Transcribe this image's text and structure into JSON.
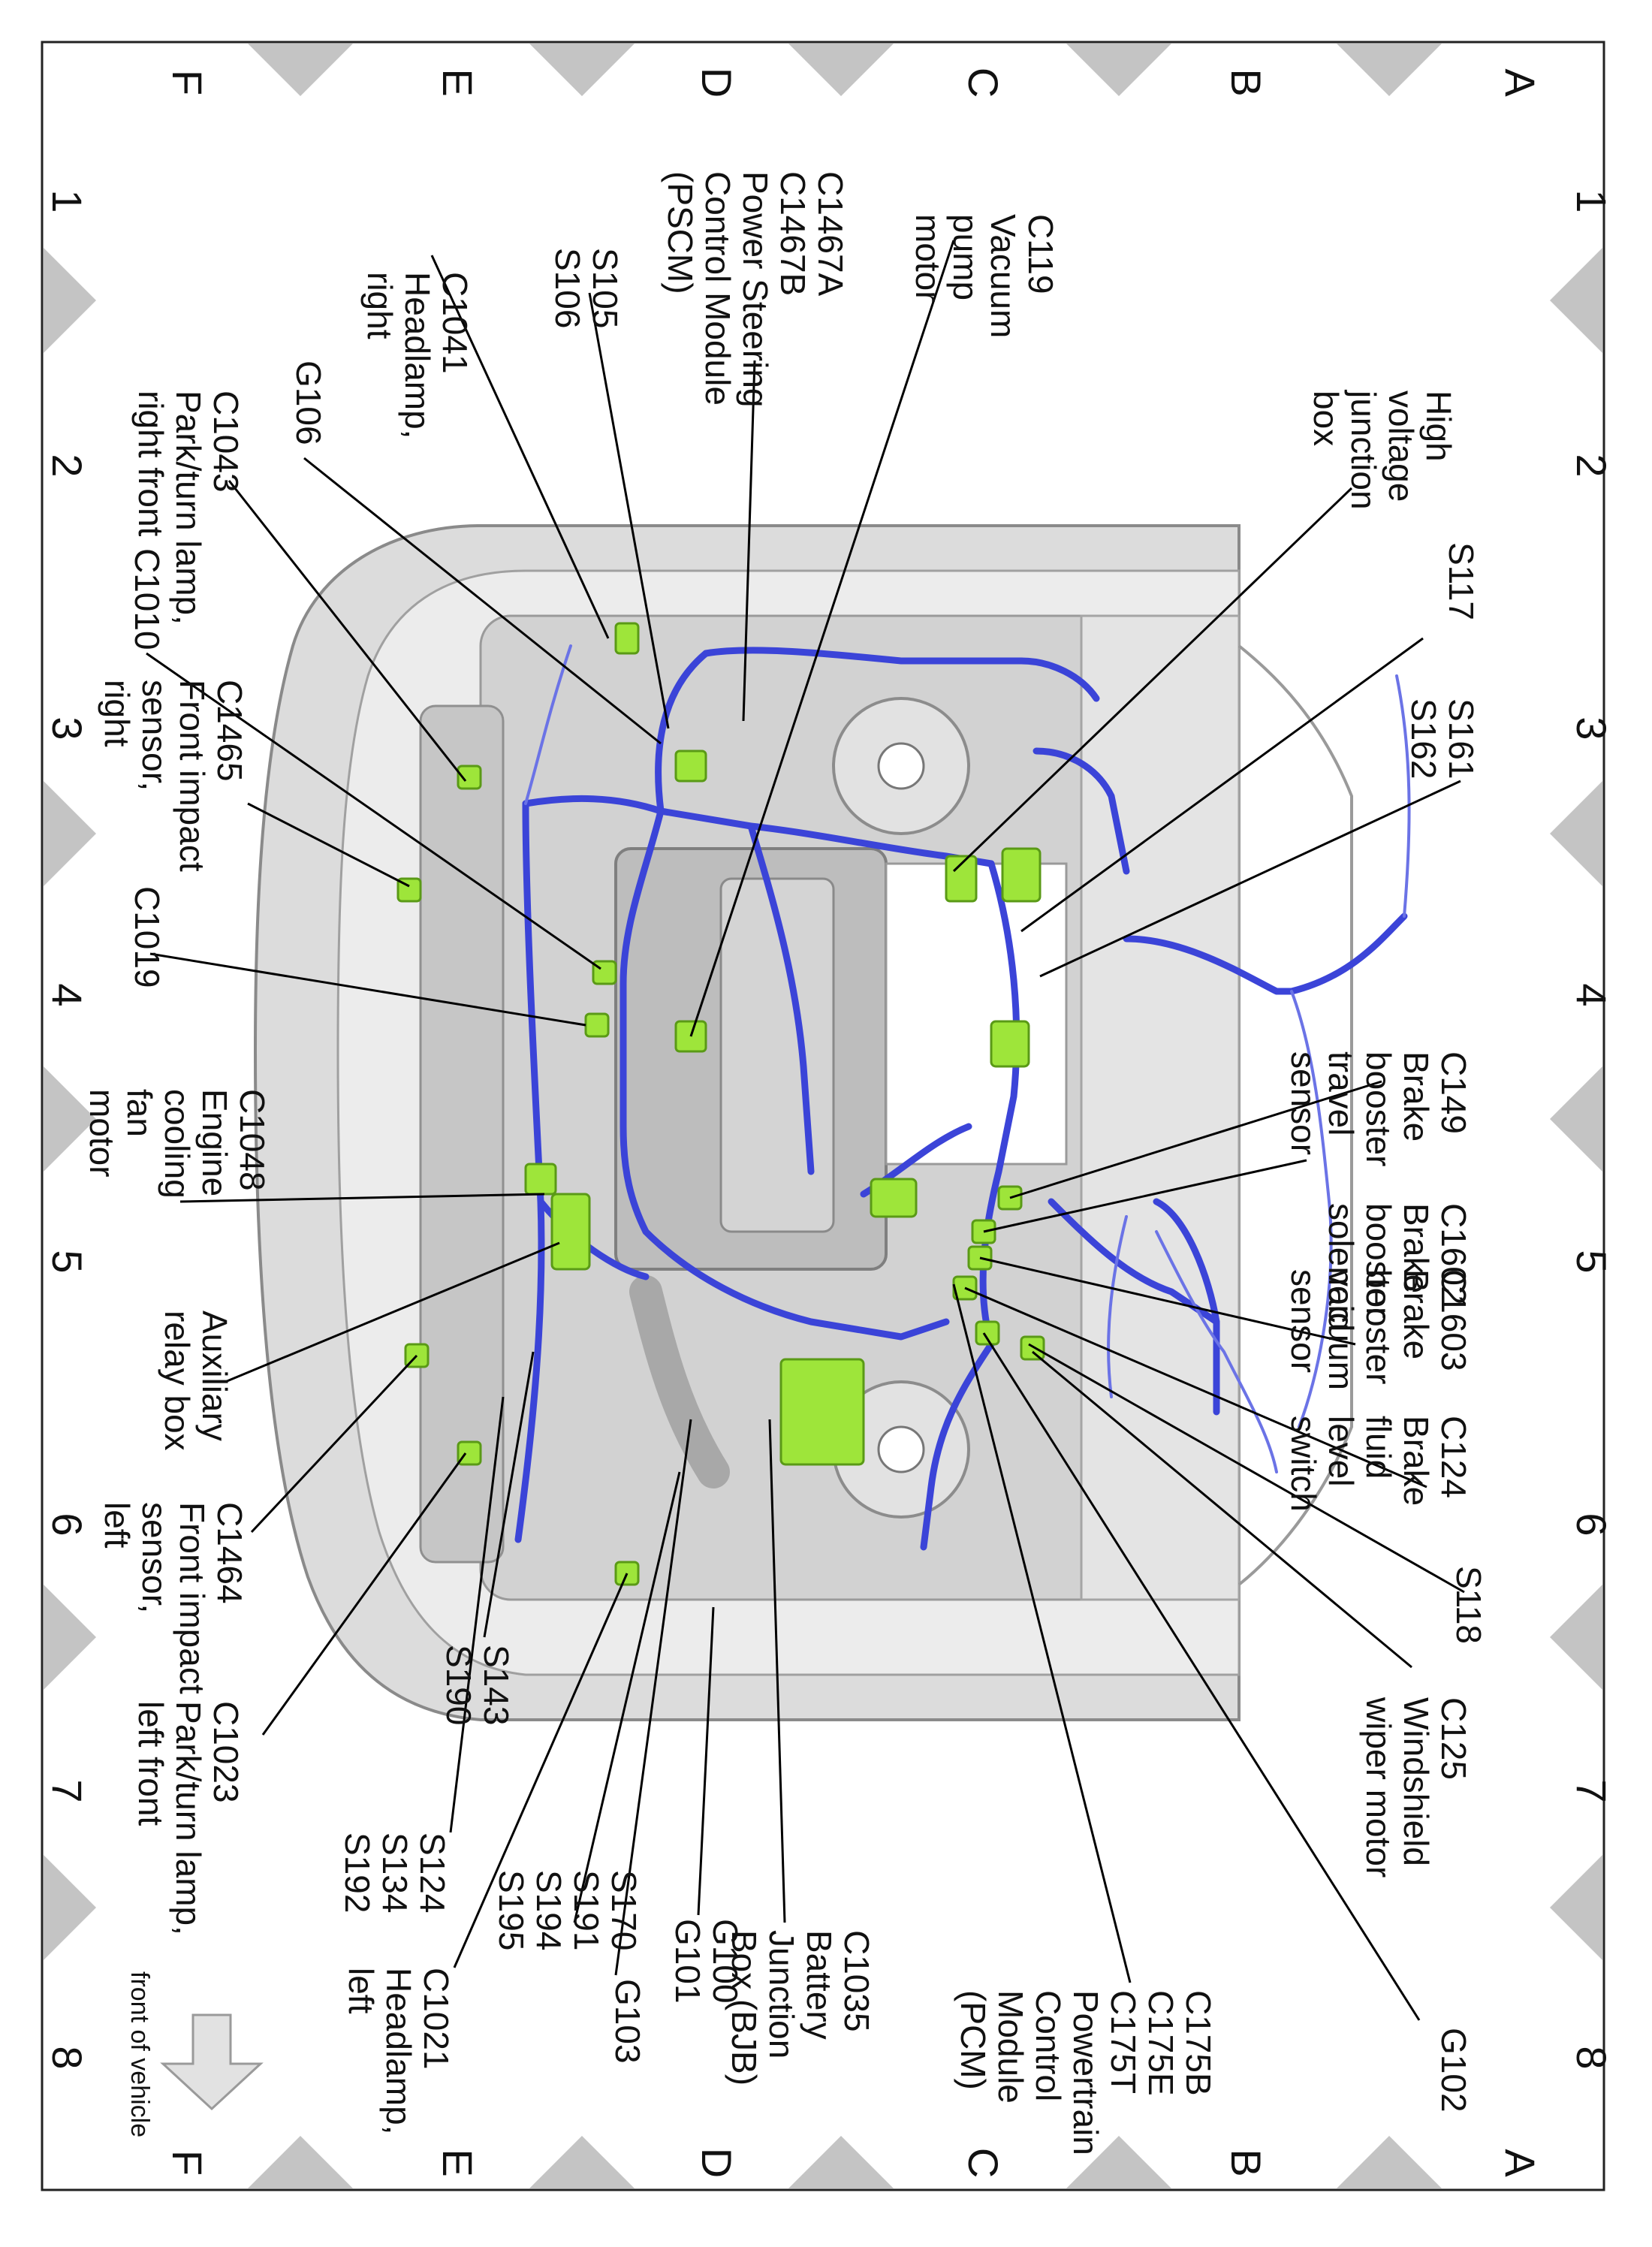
{
  "grid": {
    "rows": [
      "A",
      "B",
      "C",
      "D",
      "E",
      "F"
    ],
    "columns": [
      "1",
      "2",
      "3",
      "4",
      "5",
      "6",
      "7",
      "8"
    ]
  },
  "front_marker": {
    "label": "front of vehicle",
    "icon": "arrow-icon"
  },
  "callouts": {
    "c119": [
      "C119",
      "Vacuum",
      "pump",
      "motor"
    ],
    "c1467": [
      "C1467A",
      "C1467B",
      "Power Steering",
      "Control Module",
      "(PSCM)"
    ],
    "s105": [
      "S105",
      "S106"
    ],
    "c1041": [
      "C1041",
      "Headlamp,",
      "right"
    ],
    "hv_box": [
      "High",
      "voltage",
      "junction",
      "box"
    ],
    "s117": [
      "S117"
    ],
    "s161": [
      "S161",
      "S162"
    ],
    "g106": [
      "G106"
    ],
    "c1043": [
      "C1043",
      "Park/turn lamp,",
      "right front"
    ],
    "c1010": [
      "C1010"
    ],
    "c1465": [
      "C1465",
      "Front impact",
      "sensor,",
      "right"
    ],
    "c1019": [
      "C1019"
    ],
    "c149": [
      "C149",
      "Brake",
      "booster",
      "travel",
      "sensor"
    ],
    "c1602": [
      "C1602",
      "Brake",
      "booster",
      "solenoid"
    ],
    "c1603": [
      "C1603",
      "Brake",
      "booster",
      "vacuum",
      "sensor"
    ],
    "c124": [
      "C124",
      "Brake",
      "fluid",
      "level",
      "switch"
    ],
    "s118": [
      "S118"
    ],
    "c125": [
      "C125",
      "Windshield",
      "wiper motor"
    ],
    "g102": [
      "G102"
    ],
    "c175": [
      "C175B",
      "C175E",
      "C175T",
      "Powertrain",
      "Control",
      "Module",
      "(PCM)"
    ],
    "c1048": [
      "C1048",
      "Engine",
      "cooling",
      "fan",
      "motor"
    ],
    "aux_relay": [
      "Auxiliary",
      "relay box"
    ],
    "c1464": [
      "C1464",
      "Front impact",
      "sensor,",
      "left"
    ],
    "s143": [
      "S143",
      "S190"
    ],
    "c1023": [
      "C1023",
      "Park/turn lamp,",
      "left front"
    ],
    "s124": [
      "S124",
      "S134",
      "S192"
    ],
    "s170": [
      "S170",
      "S191",
      "S194",
      "S195"
    ],
    "c1021": [
      "C1021",
      "Headlamp,",
      "left"
    ],
    "g103": [
      "G103"
    ],
    "g100": [
      "G100",
      "G101"
    ],
    "c1035": [
      "C1035",
      "Battery",
      "Junction",
      "Box (BJB)"
    ]
  }
}
